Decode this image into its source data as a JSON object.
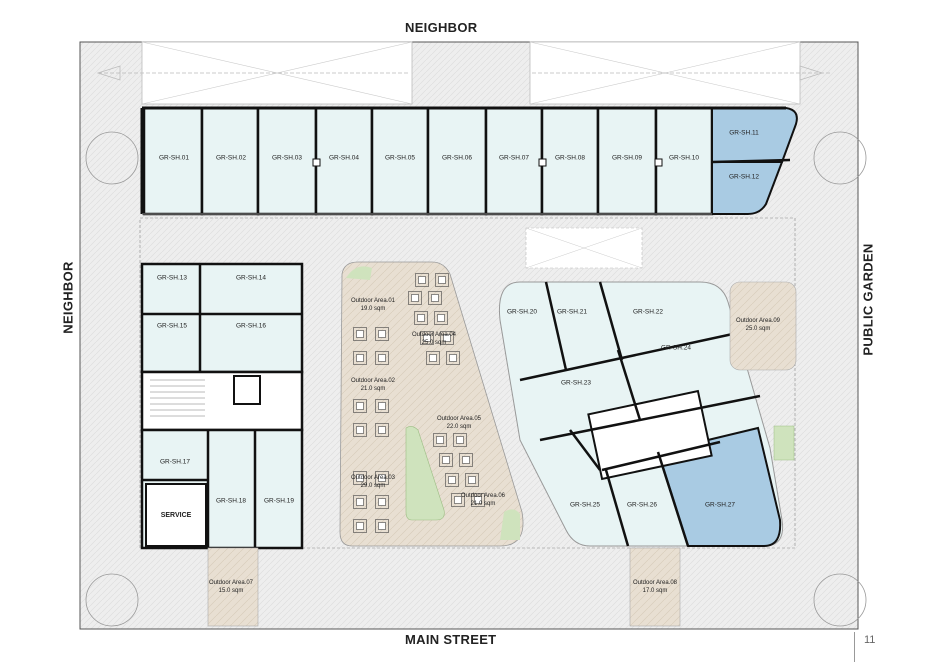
{
  "edges": {
    "top": "NEIGHBOR",
    "left": "NEIGHBOR",
    "right": "PUBLIC GARDEN",
    "bottom": "MAIN STREET"
  },
  "page_number": "11",
  "shops": [
    {
      "id": "sh01",
      "label": "GR-SH.01"
    },
    {
      "id": "sh02",
      "label": "GR-SH.02"
    },
    {
      "id": "sh03",
      "label": "GR-SH.03"
    },
    {
      "id": "sh04",
      "label": "GR-SH.04"
    },
    {
      "id": "sh05",
      "label": "GR-SH.05"
    },
    {
      "id": "sh06",
      "label": "GR-SH.06"
    },
    {
      "id": "sh07",
      "label": "GR-SH.07"
    },
    {
      "id": "sh08",
      "label": "GR-SH.08"
    },
    {
      "id": "sh09",
      "label": "GR-SH.09"
    },
    {
      "id": "sh10",
      "label": "GR-SH.10"
    },
    {
      "id": "sh11",
      "label": "GR-SH.11"
    },
    {
      "id": "sh12",
      "label": "GR-SH.12"
    },
    {
      "id": "sh13",
      "label": "GR-SH.13"
    },
    {
      "id": "sh14",
      "label": "GR-SH.14"
    },
    {
      "id": "sh15",
      "label": "GR-SH.15"
    },
    {
      "id": "sh16",
      "label": "GR-SH.16"
    },
    {
      "id": "sh17",
      "label": "GR-SH.17"
    },
    {
      "id": "sh18",
      "label": "GR-SH.18"
    },
    {
      "id": "sh19",
      "label": "GR-SH.19"
    },
    {
      "id": "sh20",
      "label": "GR-SH.20"
    },
    {
      "id": "sh21",
      "label": "GR-SH.21"
    },
    {
      "id": "sh22",
      "label": "GR-SH.22"
    },
    {
      "id": "sh23",
      "label": "GR-SH.23"
    },
    {
      "id": "sh24",
      "label": "GR-SH.24"
    },
    {
      "id": "sh25",
      "label": "GR-SH.25"
    },
    {
      "id": "sh26",
      "label": "GR-SH.26"
    },
    {
      "id": "sh27",
      "label": "GR-SH.27"
    }
  ],
  "service": {
    "label": "SERVICE"
  },
  "outdoor_areas": [
    {
      "id": "oa01",
      "name": "Outdoor Area.01",
      "area": "19.0 sqm"
    },
    {
      "id": "oa02",
      "name": "Outdoor Area.02",
      "area": "21.0 sqm"
    },
    {
      "id": "oa03",
      "name": "Outdoor Area.03",
      "area": "29.0 sqm"
    },
    {
      "id": "oa04",
      "name": "Outdoor Area.04",
      "area": "25.0 sqm"
    },
    {
      "id": "oa05",
      "name": "Outdoor Area.05",
      "area": "22.0 sqm"
    },
    {
      "id": "oa06",
      "name": "Outdoor Area.06",
      "area": "21.0 sqm"
    },
    {
      "id": "oa07",
      "name": "Outdoor Area.07",
      "area": "15.0 sqm"
    },
    {
      "id": "oa08",
      "name": "Outdoor Area.08",
      "area": "17.0 sqm"
    },
    {
      "id": "oa09",
      "name": "Outdoor Area.09",
      "area": "25.0 sqm"
    }
  ],
  "colors": {
    "shop_fill": "#e8f4f4",
    "highlight_fill": "#a9cbe3",
    "wall": "#111111",
    "paving": "#ececec",
    "plaza": "#e6ddd0",
    "grass": "#cfe3bd"
  }
}
